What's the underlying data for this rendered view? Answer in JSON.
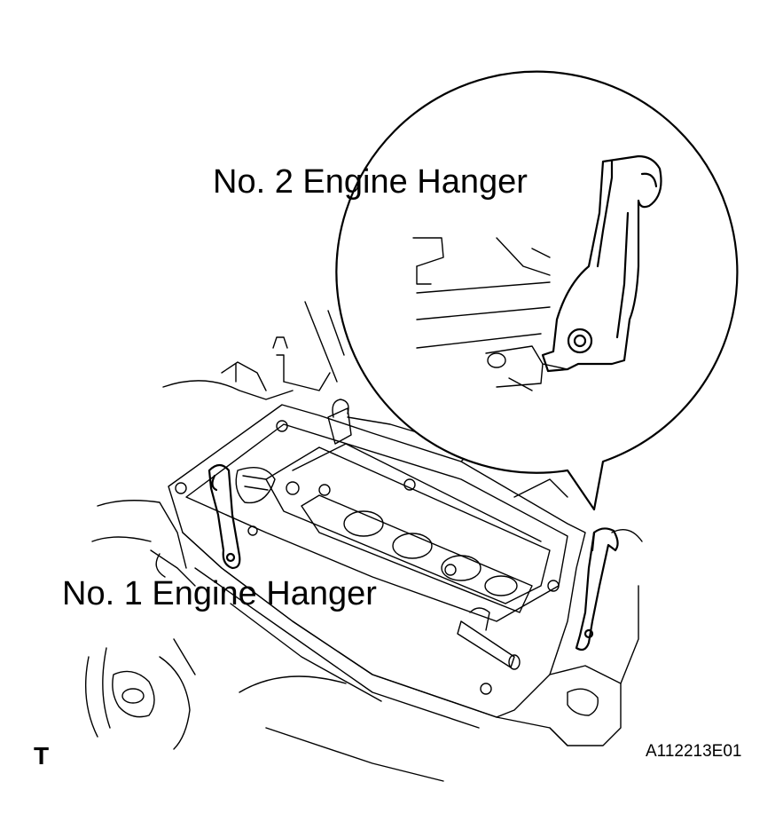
{
  "labels": {
    "hanger_2": "No. 2 Engine Hanger",
    "hanger_1": "No. 1 Engine Hanger"
  },
  "view_code": "T",
  "figure_id": "A112213E01",
  "colors": {
    "line": "#000000",
    "background": "#ffffff"
  }
}
